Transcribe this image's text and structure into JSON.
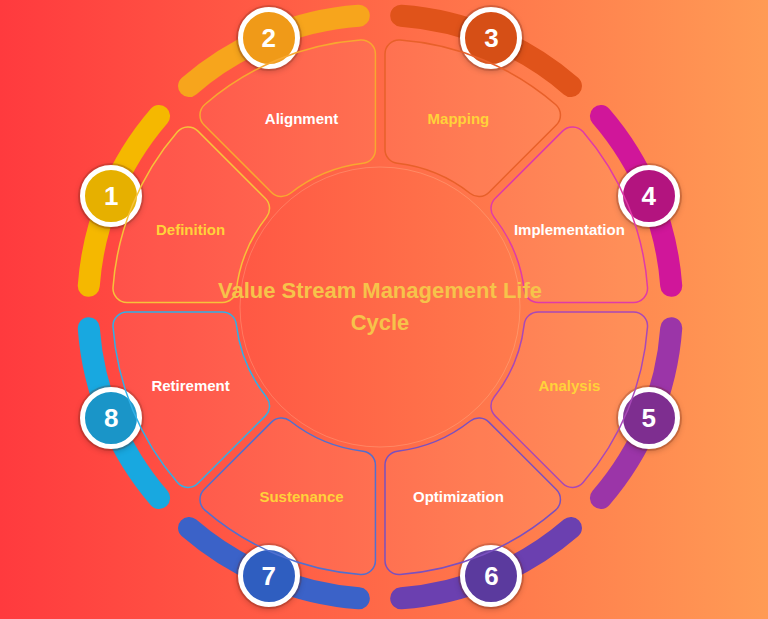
{
  "diagram": {
    "title": "Value Stream Management Life Cycle",
    "nodes": [
      {
        "text": [
          "1"
        ]
      },
      {
        "text": [
          "Definition"
        ]
      },
      {
        "text": [
          "2"
        ]
      },
      {
        "text": [
          "Alignment"
        ]
      },
      {
        "text": [
          "3"
        ]
      },
      {
        "text": [
          "Mapping"
        ]
      },
      {
        "text": [
          "4"
        ]
      },
      {
        "text": [
          "Implementation"
        ]
      },
      {
        "text": [
          "5"
        ]
      },
      {
        "text": [
          "Analysis"
        ]
      },
      {
        "text": [
          "6"
        ]
      },
      {
        "text": [
          "Optimization"
        ]
      },
      {
        "text": [
          "7"
        ]
      },
      {
        "text": [
          "Sustenance"
        ]
      },
      {
        "text": [
          "8"
        ]
      },
      {
        "text": [
          "Retirement"
        ]
      }
    ]
  }
}
